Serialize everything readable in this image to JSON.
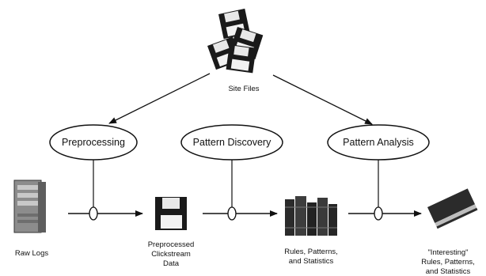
{
  "stages": {
    "preprocessing": "Preprocessing",
    "pattern_discovery": "Pattern Discovery",
    "pattern_analysis": "Pattern Analysis"
  },
  "labels": {
    "site_files": "Site Files",
    "raw_logs": "Raw Logs",
    "preprocessed": [
      "Preprocessed",
      "Clickstream",
      "Data"
    ],
    "rules": [
      "Rules, Patterns,",
      "and Statistics"
    ],
    "interesting": [
      "\"Interesting\"",
      "Rules, Patterns,",
      "and Statistics"
    ]
  },
  "colors": {
    "ink": "#111111",
    "floppy": "#1a1a1a",
    "server": "#8c8c8c",
    "book": "#2b2b2b"
  }
}
